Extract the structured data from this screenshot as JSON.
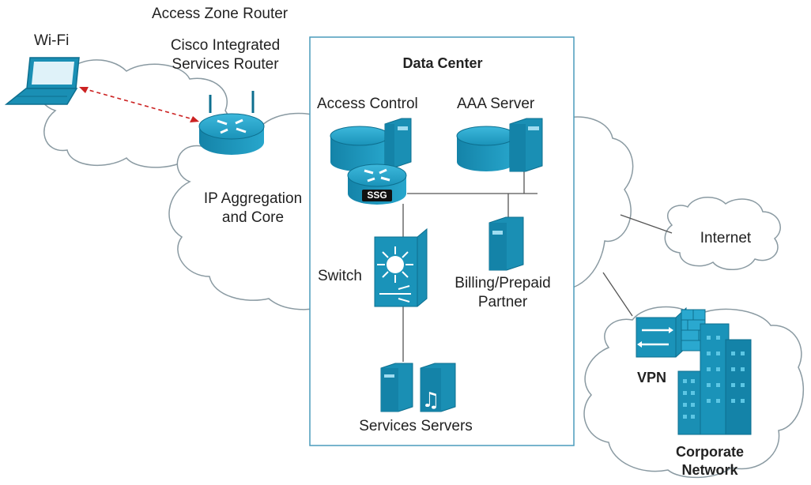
{
  "labels": {
    "access_zone_router": "Access Zone Router",
    "wifi": "Wi-Fi",
    "cisco_isr_line1": "Cisco Integrated",
    "cisco_isr_line2": "Services Router",
    "data_center": "Data Center",
    "access_control": "Access Control",
    "aaa_server": "AAA Server",
    "ssg": "SSG",
    "ip_aggregation_line1": "IP Aggregation",
    "ip_aggregation_line2": "and Core",
    "switch": "Switch",
    "billing_line1": "Billing/Prepaid",
    "billing_line2": "Partner",
    "internet": "Internet",
    "vpn": "VPN",
    "corporate_line1": "Corporate",
    "corporate_line2": "Network",
    "services_servers": "Services Servers"
  },
  "colors": {
    "device_blue": "#1a8fb4",
    "device_dark": "#0d6f8f",
    "cloud_stroke": "#8a9aa2",
    "box_stroke": "#4a9cbc",
    "wifi_link": "#cc2222",
    "link_line": "#555555"
  },
  "icons": [
    "laptop-icon",
    "router-icon",
    "server-icon",
    "database-icon",
    "ssg-router-icon",
    "multilayer-switch-icon",
    "firewall-icon",
    "building-icon",
    "music-server-icon"
  ]
}
